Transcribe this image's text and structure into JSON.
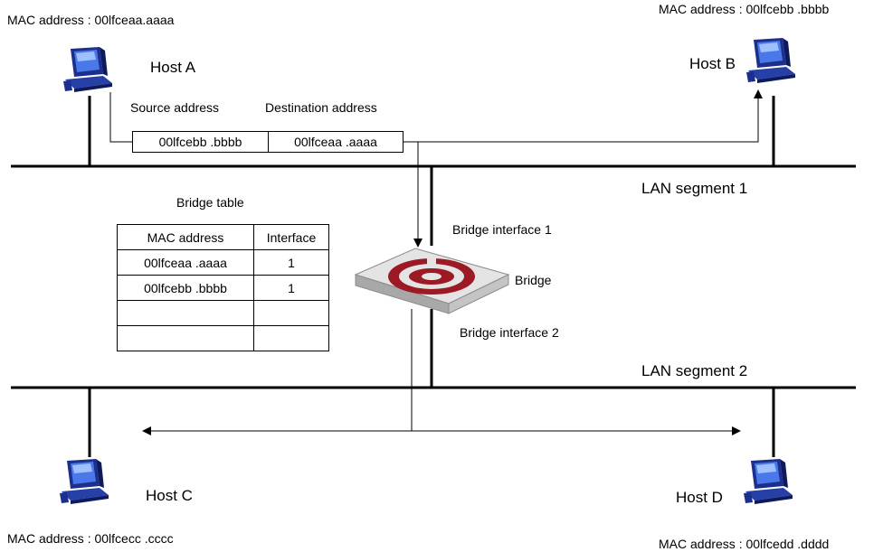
{
  "hosts": {
    "a": {
      "name": "Host A",
      "mac_label": "MAC address : 00lfceaa.aaaa"
    },
    "b": {
      "name": "Host B",
      "mac_label": "MAC address : 00lfcebb .bbbb"
    },
    "c": {
      "name": "Host C",
      "mac_label": "MAC address : 00lfcecc .cccc"
    },
    "d": {
      "name": "Host D",
      "mac_label": "MAC address : 00lfcedd .dddd"
    }
  },
  "frame": {
    "source_header": "Source address",
    "destination_header": "Destination address",
    "source_value": "00lfcebb .bbbb",
    "destination_value": "00lfceaa .aaaa"
  },
  "segments": {
    "lan1": "LAN segment 1",
    "lan2": "LAN segment 2"
  },
  "bridge": {
    "name": "Bridge",
    "interface1": "Bridge interface 1",
    "interface2": "Bridge interface 2"
  },
  "bridge_table": {
    "title": "Bridge table",
    "headers": [
      "MAC address",
      "Interface"
    ],
    "rows": [
      [
        "00lfceaa .aaaa",
        "1"
      ],
      [
        "00lfcebb .bbbb",
        "1"
      ],
      [
        "",
        ""
      ],
      [
        "",
        ""
      ]
    ]
  }
}
